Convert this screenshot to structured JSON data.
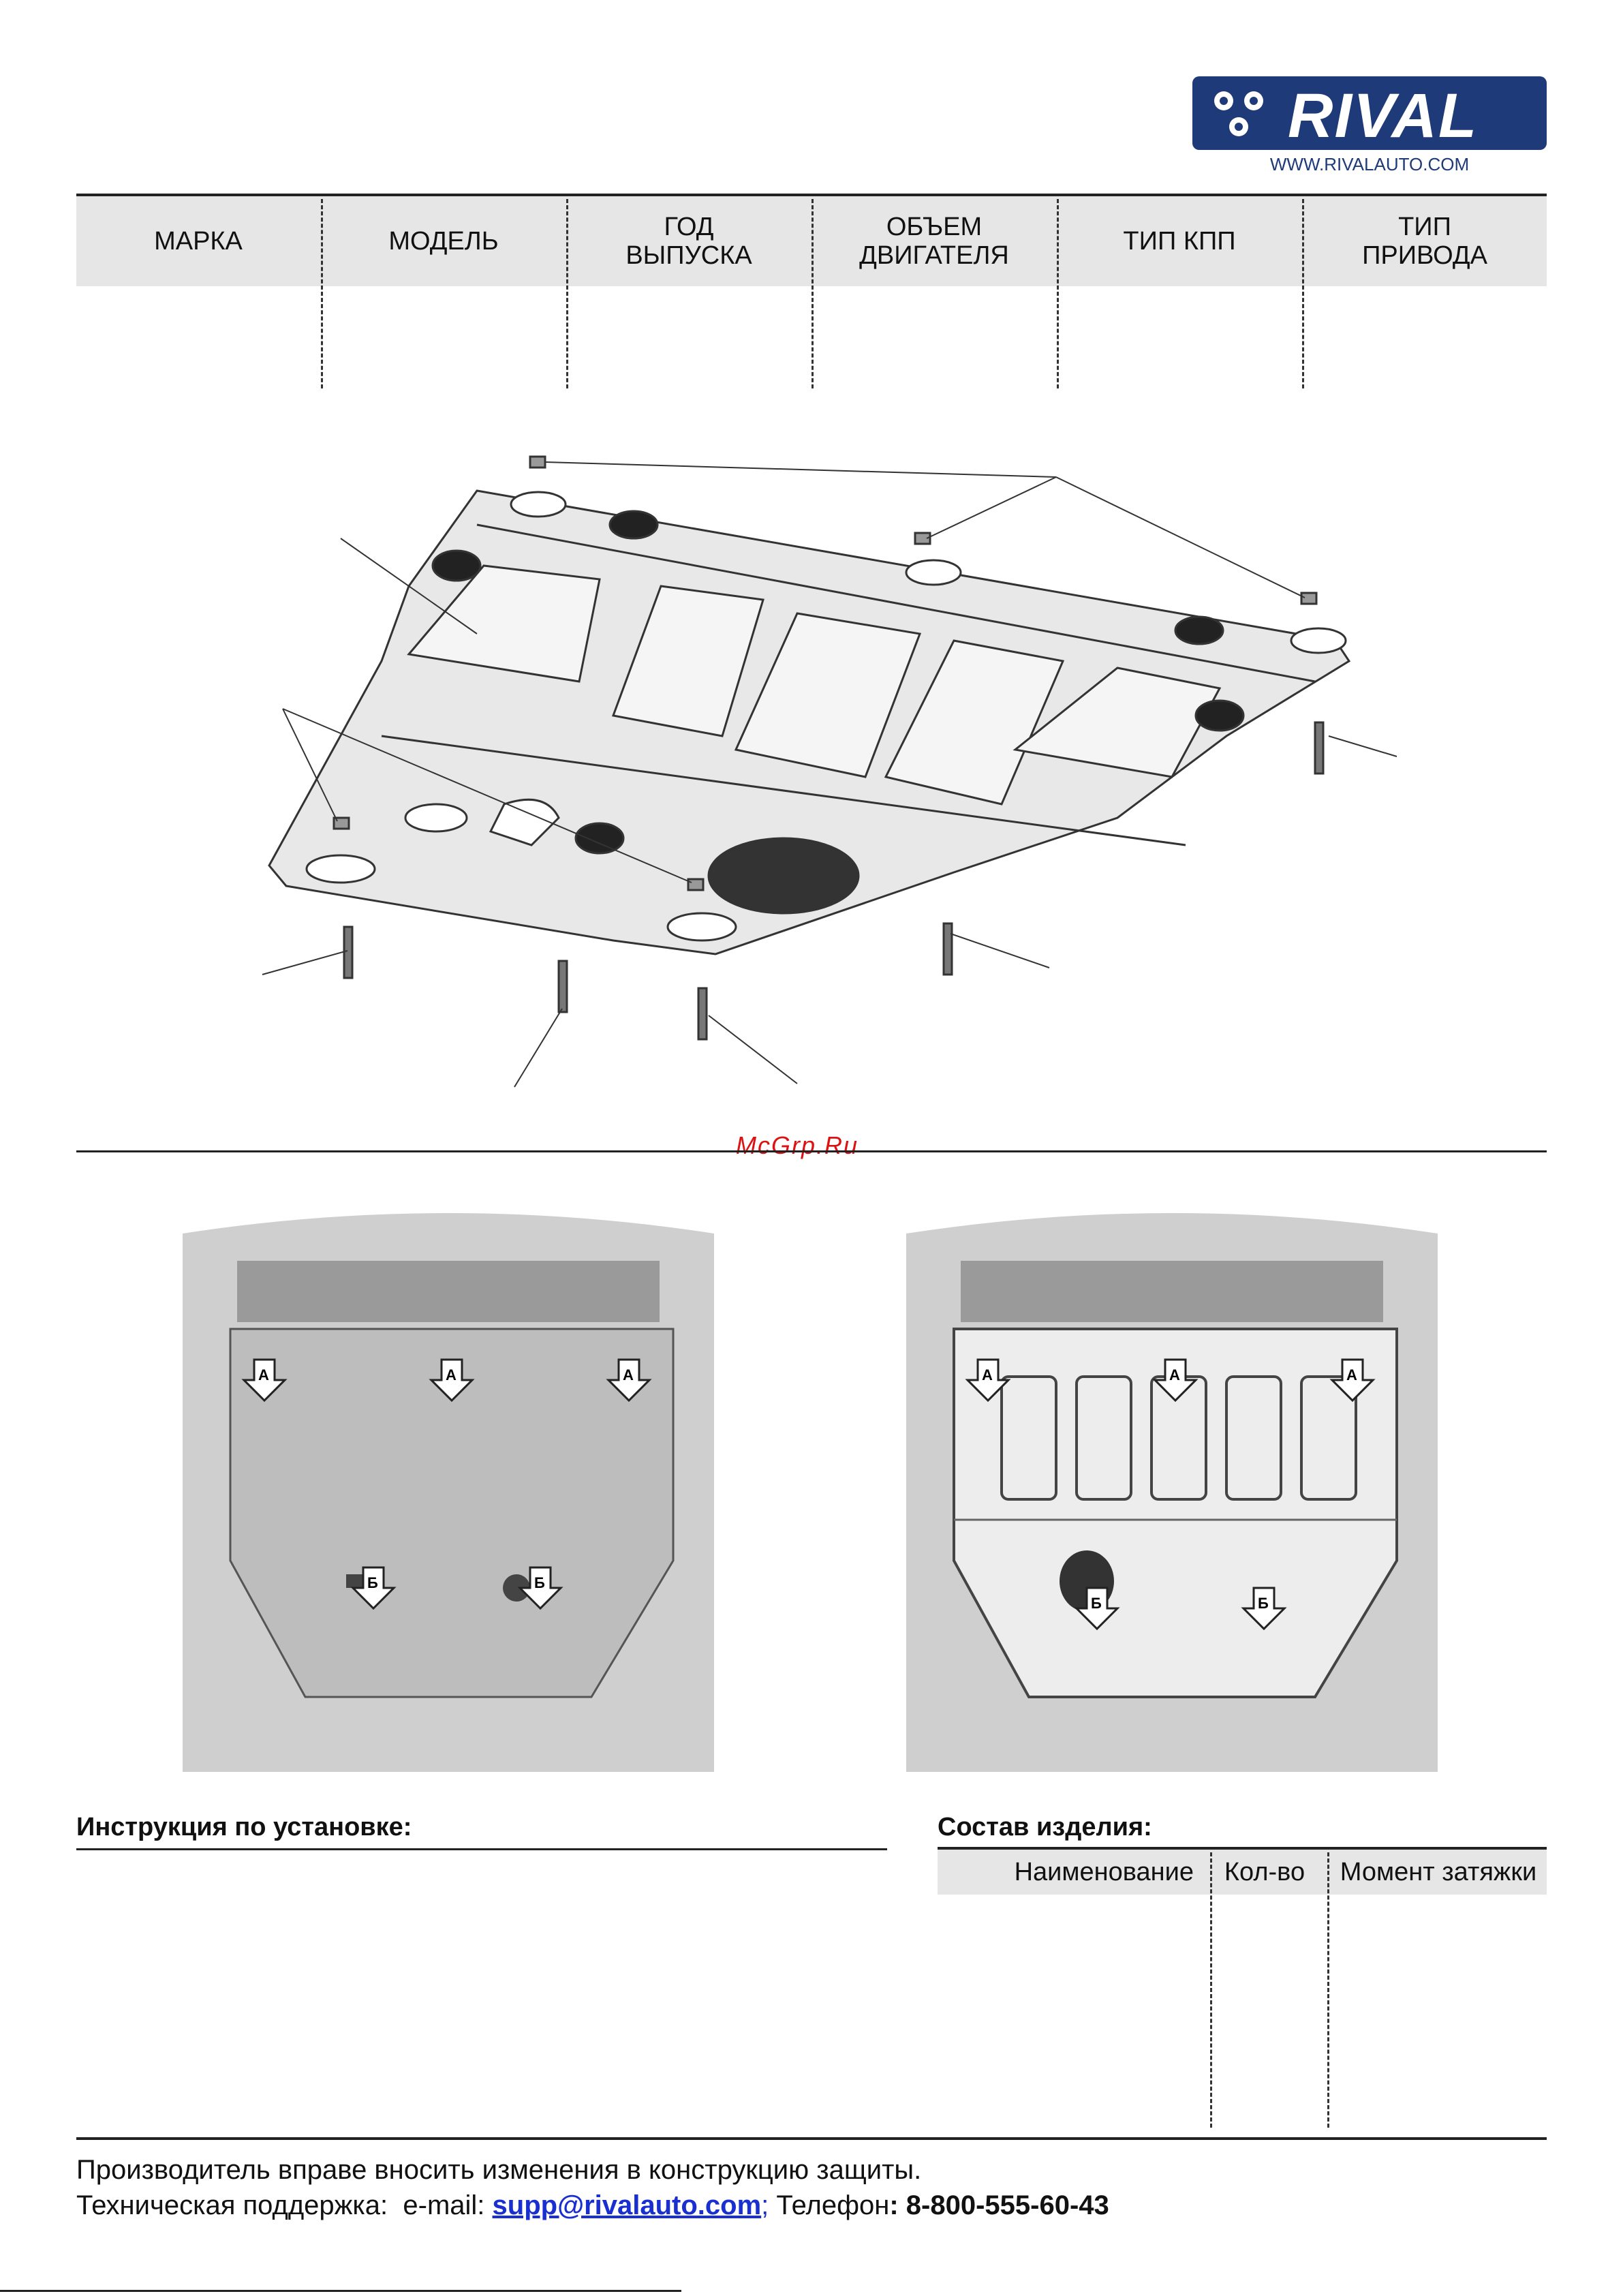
{
  "brand": {
    "logo_text": "RIVAL",
    "website": "WWW.RIVALAUTO.COM",
    "color": "#1f3a78"
  },
  "vehicle_table": {
    "columns": [
      {
        "line1": "МАРКА",
        "line2": ""
      },
      {
        "line1": "МОДЕЛЬ",
        "line2": ""
      },
      {
        "line1": "ГОД",
        "line2": "ВЫПУСКА"
      },
      {
        "line1": "ОБЪЕМ",
        "line2": "ДВИГАТЕЛЯ"
      },
      {
        "line1": "ТИП КПП",
        "line2": ""
      },
      {
        "line1": "ТИП",
        "line2": "ПРИВОДА"
      }
    ]
  },
  "watermark": "McGrp.Ru",
  "install_photos": {
    "label_a": "А",
    "label_b": "Б"
  },
  "instructions": {
    "title": "Инструкция по установке:"
  },
  "composition": {
    "title": "Состав изделия:",
    "columns": [
      "Наименование",
      "Кол-во",
      "Момент затяжки"
    ]
  },
  "footer": {
    "line1": "Производитель вправе вносить изменения в конструкцию защиты.",
    "support_prefix": "Техническая поддержка:  e-mail: ",
    "email": "supp@rivalauto.com",
    "email_suffix": ";",
    "phone_prefix": " Телефон",
    "phone": ": 8-800-555-60-43"
  },
  "colors": {
    "accent": "#1f3a78",
    "link": "#1a2fd0",
    "watermark": "#dd1111",
    "header_fill": "#e6e6e6"
  }
}
